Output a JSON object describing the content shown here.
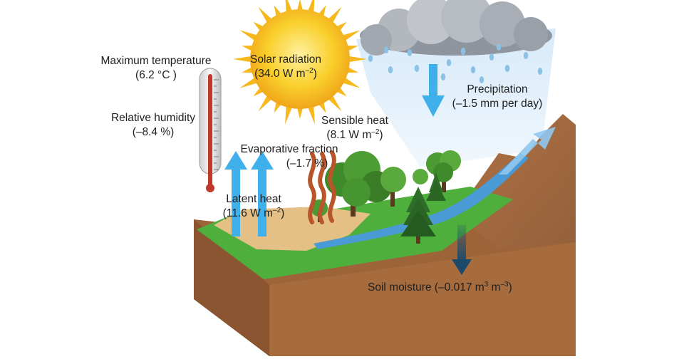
{
  "labels": {
    "max_temp": {
      "name": "Maximum temperature",
      "value": "(6.2 °C )"
    },
    "humidity": {
      "name": "Relative humidity",
      "value": "(–8.4 %)"
    },
    "solar": {
      "name": "Solar radiation",
      "value_prefix": "(34.0 W m",
      "value_exp": "–2",
      "value_suffix": ")"
    },
    "evap_frac": {
      "name": "Evaporative fraction",
      "value": "(–1.7 %)"
    },
    "sensible": {
      "name": "Sensible heat",
      "value_prefix": "(8.1 W m",
      "value_exp": "–2",
      "value_suffix": ")"
    },
    "latent": {
      "name": "Latent heat",
      "value_prefix": "(11.6 W m",
      "value_exp": "–2",
      "value_suffix": ")"
    },
    "precip": {
      "name": "Precipitation",
      "value": "(–1.5 mm per day)"
    },
    "soil": {
      "prefix": "Soil moisture (–0.017 m",
      "exp1": "3",
      "mid": " m",
      "exp2": "–3",
      "suffix": ")"
    }
  },
  "colors": {
    "soil": "#a0683b",
    "soil_dark": "#7a4a25",
    "grass": "#4fae3e",
    "sand": "#e3bf82",
    "water": "#4a9ad6",
    "sun": "#f7c21b",
    "arrow_blue": "#3fb0ea",
    "sensible_heat": "#b9552a",
    "cloud": "#a7adb6",
    "thermometer_red": "#c0392b"
  },
  "icons": [
    "sun-icon",
    "cloud-icon",
    "thermometer-icon",
    "tree-icon",
    "pine-tree-icon",
    "river-icon",
    "mountain-icon"
  ]
}
